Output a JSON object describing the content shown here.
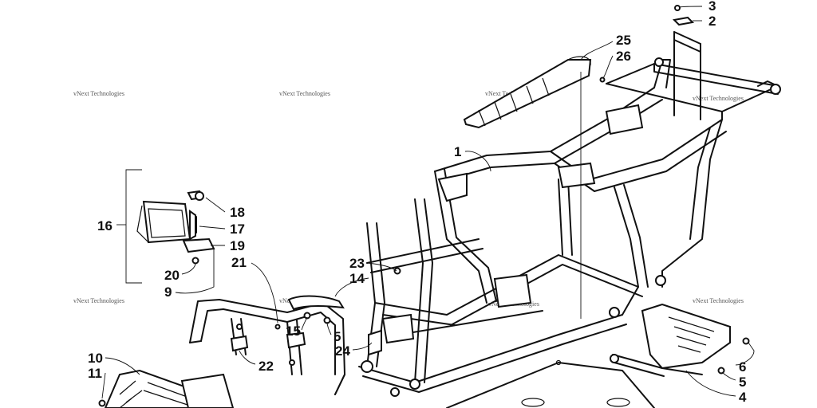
{
  "callouts": {
    "c1": "1",
    "c2": "2",
    "c3": "3",
    "c4": "4",
    "c5a": "5",
    "c5b": "5",
    "c6": "6",
    "c9": "9",
    "c10": "10",
    "c11": "11",
    "c14": "14",
    "c15": "15",
    "c16": "16",
    "c17": "17",
    "c18": "18",
    "c19": "19",
    "c20": "20",
    "c21": "21",
    "c22": "22",
    "c23": "23",
    "c24": "24",
    "c25": "25",
    "c26": "26"
  },
  "watermark": {
    "text": "vNext Technologies"
  }
}
